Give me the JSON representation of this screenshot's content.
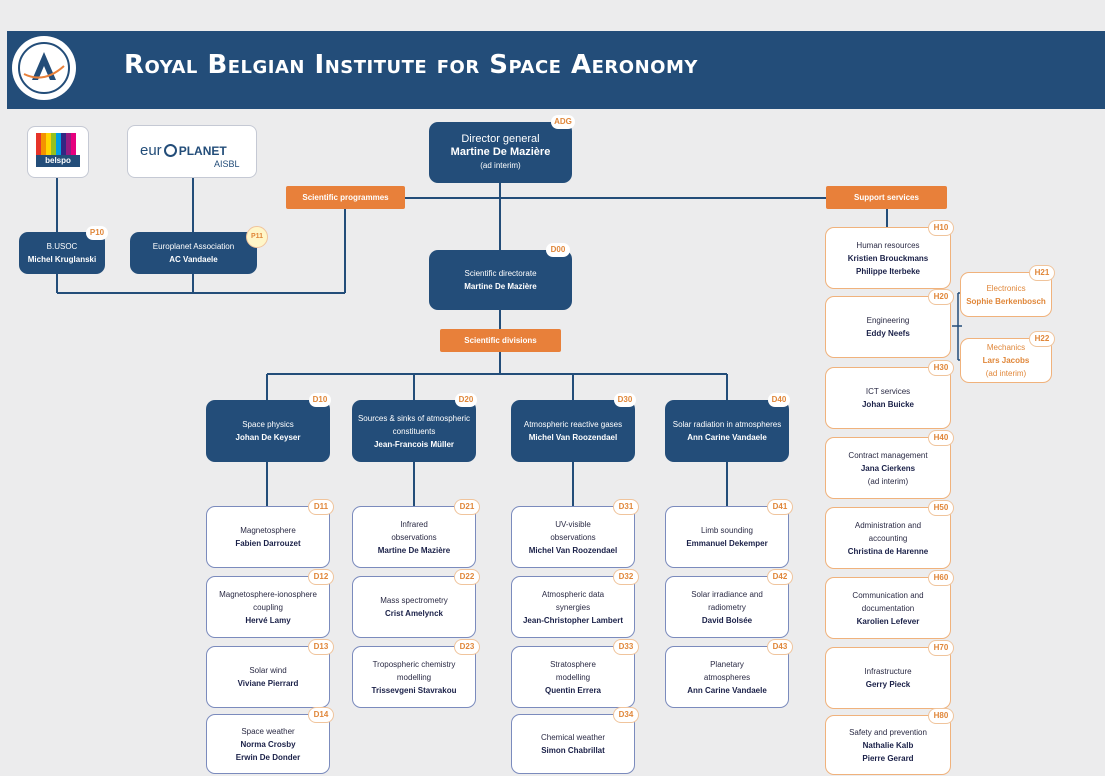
{
  "header": {
    "title": "Royal Belgian Institute for Space Aeronomy",
    "logo_name": "BIRA-IASB logo",
    "brand_color": "#234d79",
    "accent_color": "#e8803a"
  },
  "director": {
    "code": "ADG",
    "role": "Director general",
    "name": "Martine De Mazière",
    "note": "(ad interim)"
  },
  "scientific_programmes": "Scientific programmes",
  "support_services": "Support services",
  "partners": {
    "belspo": "belspo",
    "europlanet_a": "eur",
    "europlanet_b": "PLANET",
    "europlanet_c": "AISBL"
  },
  "p10": {
    "code": "P10",
    "role": "B.USOC",
    "name": "Michel Kruglanski"
  },
  "p11": {
    "code": "P11",
    "role": "Europlanet Association",
    "name": "AC Vandaele"
  },
  "d00": {
    "code": "D00",
    "role": "Scientific directorate",
    "name": "Martine De Mazière"
  },
  "scientific_divisions": "Scientific divisions",
  "divisions": [
    {
      "code": "D10",
      "role": "Space physics",
      "name": "Johan De Keyser"
    },
    {
      "code": "D20",
      "role": "Sources & sinks of atmospheric constituents",
      "name": "Jean-Francois Müller"
    },
    {
      "code": "D30",
      "role": "Atmospheric reactive gases",
      "name": "Michel Van Roozendael"
    },
    {
      "code": "D40",
      "role": "Solar radiation in atmospheres",
      "name": "Ann Carine Vandaele"
    }
  ],
  "units": [
    {
      "code": "D11",
      "role": "Magnetosphere",
      "name": "Fabien Darrouzet"
    },
    {
      "code": "D12",
      "role": "Magnetosphere-ionosphere coupling",
      "name": "Hervé Lamy"
    },
    {
      "code": "D13",
      "role": "Solar wind",
      "name": "Viviane Pierrard"
    },
    {
      "code": "D14",
      "role": "Space weather",
      "name": "Norma Crosby",
      "name2": "Erwin De Donder"
    },
    {
      "code": "D21",
      "role": "Infrared observations",
      "name": "Martine De Mazière"
    },
    {
      "code": "D22",
      "role": "Mass spectrometry",
      "name": "Crist Amelynck"
    },
    {
      "code": "D23",
      "role": "Tropospheric chemistry modelling",
      "name": "Trissevgeni Stavrakou"
    },
    {
      "code": "D31",
      "role": "UV-visible observations",
      "name": "Michel Van Roozendael"
    },
    {
      "code": "D32",
      "role": "Atmospheric data synergies",
      "name": "Jean-Christopher Lambert"
    },
    {
      "code": "D33",
      "role": "Stratosphere modelling",
      "name": "Quentin Errera"
    },
    {
      "code": "D34",
      "role": "Chemical weather",
      "name": "Simon Chabrillat"
    },
    {
      "code": "D41",
      "role": "Limb sounding",
      "name": "Emmanuel Dekemper"
    },
    {
      "code": "D42",
      "role": "Solar irradiance and radiometry",
      "name": "David Bolsée"
    },
    {
      "code": "D43",
      "role": "Planetary atmospheres",
      "name": "Ann Carine Vandaele"
    }
  ],
  "support": [
    {
      "code": "H10",
      "role": "Human resources",
      "name": "Kristien Brouckmans",
      "name2": "Philippe Iterbeke"
    },
    {
      "code": "H20",
      "role": "Engineering",
      "name": "Eddy Neefs"
    },
    {
      "code": "H30",
      "role": "ICT services",
      "name": "Johan Buicke"
    },
    {
      "code": "H40",
      "role": "Contract management",
      "name": "Jana Cierkens",
      "note": "(ad interim)"
    },
    {
      "code": "H50",
      "role": "Administration and accounting",
      "name": "Christina de Harenne"
    },
    {
      "code": "H60",
      "role": "Communication and documentation",
      "name": "Karolien Lefever"
    },
    {
      "code": "H70",
      "role": "Infrastructure",
      "name": "Gerry Pieck"
    },
    {
      "code": "H80",
      "role": "Safety and prevention",
      "name": "Nathalie Kalb",
      "name2": "Pierre Gerard"
    },
    {
      "code": "H21",
      "role": "Electronics",
      "name": "Sophie Berkenbosch"
    },
    {
      "code": "H22",
      "role": "Mechanics",
      "name": "Lars Jacobs",
      "note": "(ad interim)"
    }
  ]
}
